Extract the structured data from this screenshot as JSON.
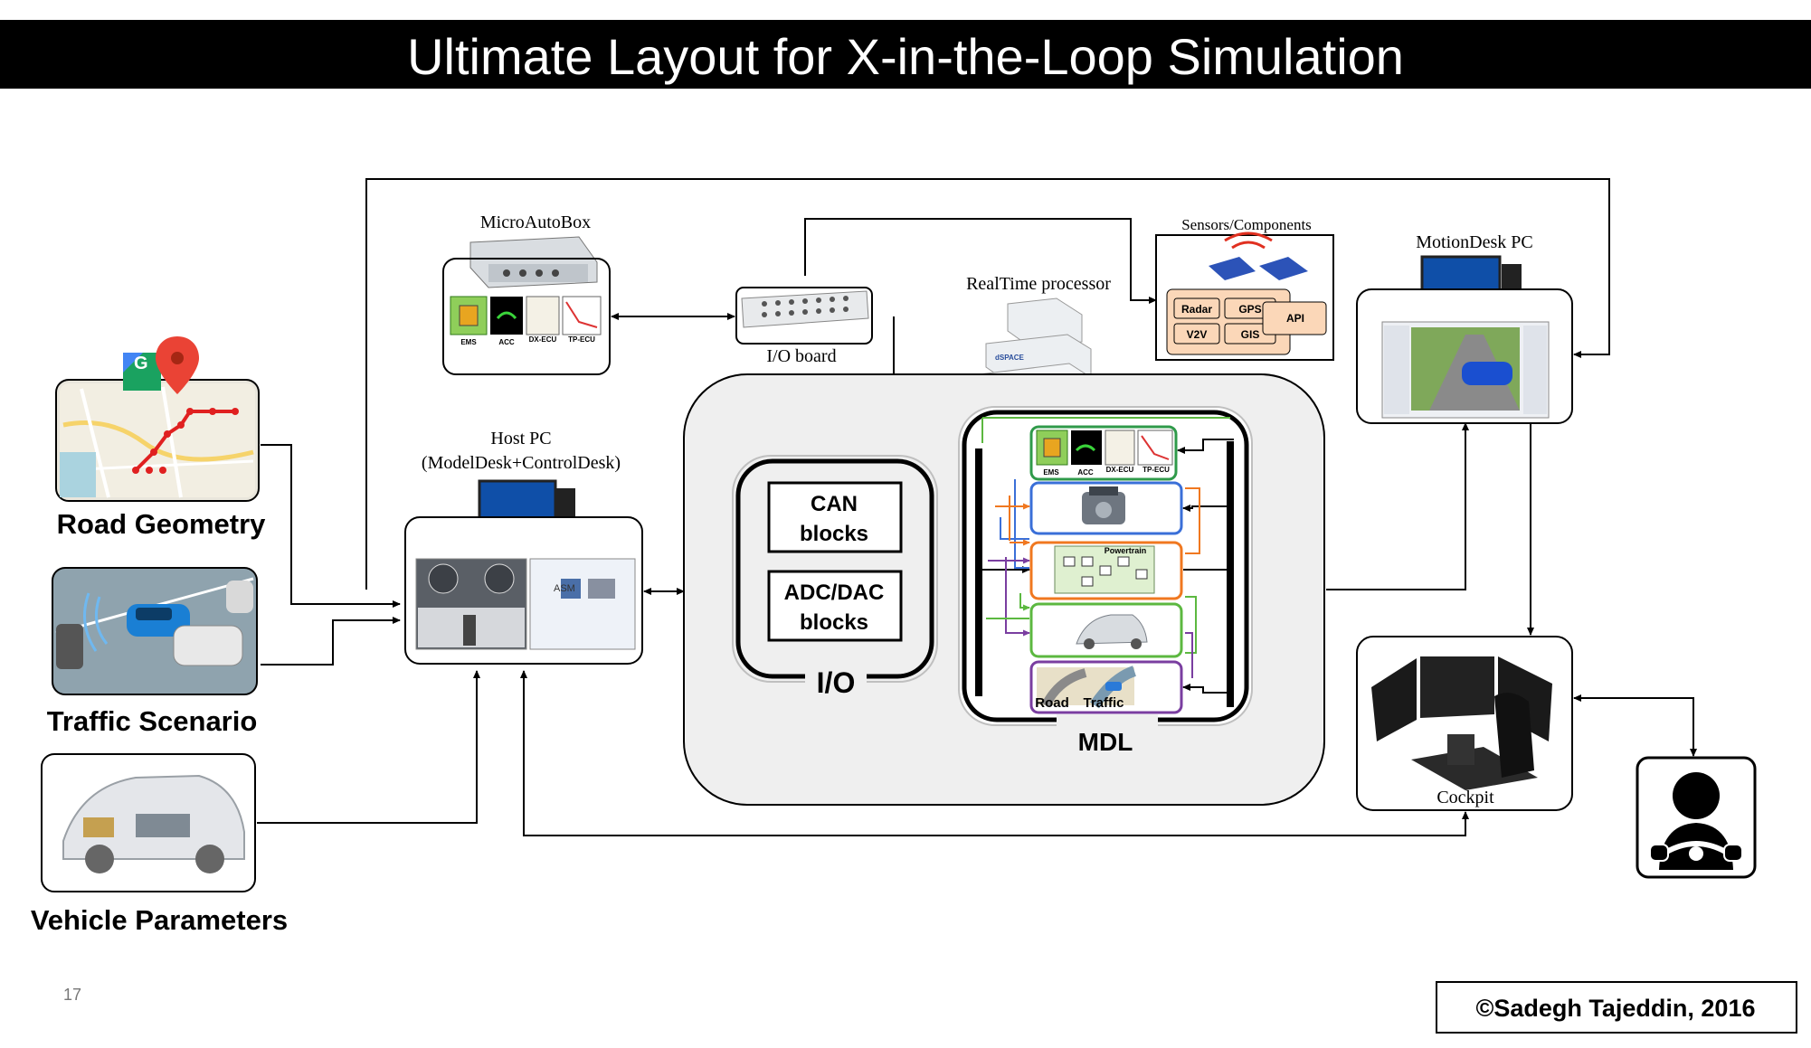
{
  "title": "Ultimate Layout for X-in-the-Loop Simulation",
  "inputs": {
    "road": "Road Geometry",
    "traffic": "Traffic Scenario",
    "vehicle": "Vehicle Parameters"
  },
  "microautobox": {
    "label": "MicroAutoBox",
    "ecus": [
      "EMS",
      "ACC",
      "DX-ECU",
      "TP-ECU"
    ]
  },
  "io_board": {
    "label": "I/O board"
  },
  "sensors": {
    "label": "Sensors/Components",
    "items": [
      "Radar",
      "GPS",
      "V2V",
      "GIS"
    ],
    "api": "API"
  },
  "realtime": {
    "label": "RealTime processor"
  },
  "host_pc": {
    "line1": "Host PC",
    "line2": "(ModelDesk+ControlDesk)"
  },
  "motiondesk": {
    "label": "MotionDesk  PC"
  },
  "io_group": {
    "label": "I/O",
    "can_line1": "CAN",
    "can_line2": "blocks",
    "adc_line1": "ADC/DAC",
    "adc_line2": "blocks"
  },
  "mdl": {
    "label": "MDL",
    "ecus": [
      "EMS",
      "ACC",
      "DX-ECU",
      "TP-ECU"
    ],
    "powertrain": "Powertrain",
    "road": "Road",
    "traffic": "Traffic"
  },
  "cockpit": {
    "label": "Cockpit"
  },
  "page_number": "17",
  "copyright": "©Sadegh Tajeddin, 2016",
  "colors": {
    "title_bg": "#000000",
    "engine_border": "#3a6fd8",
    "powertrain_border": "#f07820",
    "car_border": "#5cb840",
    "road_border": "#7a3ea0",
    "ecu_border": "#2f9a4a",
    "sensor_fill": "#fbd7b8"
  }
}
